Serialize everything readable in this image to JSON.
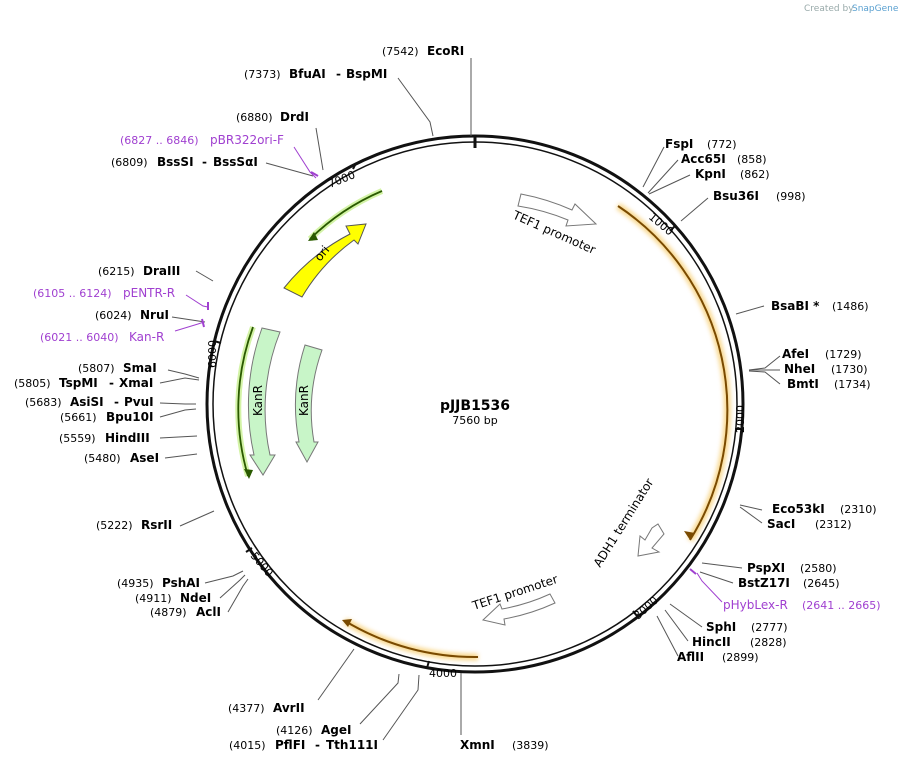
{
  "credit": {
    "created_by": "Created by",
    "app": "SnapGene"
  },
  "plasmid": {
    "name": "pJJB1536",
    "length_label": "7560 bp"
  },
  "ticks": [
    "1000",
    "2000",
    "3000",
    "4000",
    "5000",
    "6000",
    "7000"
  ],
  "enzymes": [
    {
      "pos": "(7542)",
      "name": "EcoRI"
    },
    {
      "pos": "(7373)",
      "name": "BfuAI",
      "sep": "-",
      "name2": "BspMI"
    },
    {
      "pos": "(6880)",
      "name": "DrdI"
    },
    {
      "pos": "(6809)",
      "name": "BssSI",
      "sep": "-",
      "name2": "BssSαI"
    },
    {
      "pos": "(6215)",
      "name": "DraIII"
    },
    {
      "pos": "(6024)",
      "name": "NruI"
    },
    {
      "pos": "(5807)",
      "name": "SmaI"
    },
    {
      "pos": "(5805)",
      "name": "TspMI",
      "sep": "-",
      "name2": "XmaI"
    },
    {
      "pos": "(5683)",
      "name": "AsiSI",
      "sep": "-",
      "name2": "PvuI"
    },
    {
      "pos": "(5661)",
      "name": "Bpu10I"
    },
    {
      "pos": "(5559)",
      "name": "HindIII"
    },
    {
      "pos": "(5480)",
      "name": "AseI"
    },
    {
      "pos": "(5222)",
      "name": "RsrII"
    },
    {
      "pos": "(4935)",
      "name": "PshAI"
    },
    {
      "pos": "(4911)",
      "name": "NdeI"
    },
    {
      "pos": "(4879)",
      "name": "AclI"
    },
    {
      "pos": "(4377)",
      "name": "AvrII"
    },
    {
      "pos": "(4126)",
      "name": "AgeI"
    },
    {
      "pos": "(4015)",
      "name": "PflFI",
      "sep": "-",
      "name2": "Tth111I"
    },
    {
      "name": "XmnI",
      "pos": "(3839)"
    },
    {
      "name": "AflII",
      "pos": "(2899)"
    },
    {
      "name": "HincII",
      "pos": "(2828)"
    },
    {
      "name": "SphI",
      "pos": "(2777)"
    },
    {
      "name": "BstZ17I",
      "pos": "(2645)"
    },
    {
      "name": "PspXI",
      "pos": "(2580)"
    },
    {
      "name": "SacI",
      "pos": "(2312)"
    },
    {
      "name": "Eco53kI",
      "pos": "(2310)"
    },
    {
      "name": "BmtI",
      "pos": "(1734)"
    },
    {
      "name": "NheI",
      "pos": "(1730)"
    },
    {
      "name": "AfeI",
      "pos": "(1729)"
    },
    {
      "name": "BsaBI *",
      "pos": "(1486)"
    },
    {
      "name": "Bsu36I",
      "pos": "(998)"
    },
    {
      "name": "KpnI",
      "pos": "(862)"
    },
    {
      "name": "Acc65I",
      "pos": "(858)"
    },
    {
      "name": "FspI",
      "pos": "(772)"
    }
  ],
  "primers": [
    {
      "range": "(6827 .. 6846)",
      "name": "pBR322ori-F"
    },
    {
      "range": "(6105 .. 6124)",
      "name": "pENTR-R"
    },
    {
      "range": "(6021 .. 6040)",
      "name": "Kan-R"
    },
    {
      "name": "pHybLex-R",
      "range": "(2641 .. 2665)"
    }
  ],
  "features": {
    "tef1_top": "TEF1 promoter",
    "tef1_bottom": "TEF1 promoter",
    "adh1": "ADH1 terminator",
    "ori": "ori",
    "kanr_outer": "KanR",
    "kanr_inner": "KanR"
  },
  "colors": {
    "orange": "#e8a000",
    "ori": "#ffff00",
    "kanr": "#c8f5c8",
    "primer": "#a040d0",
    "green_edge": "#5a9a10"
  }
}
